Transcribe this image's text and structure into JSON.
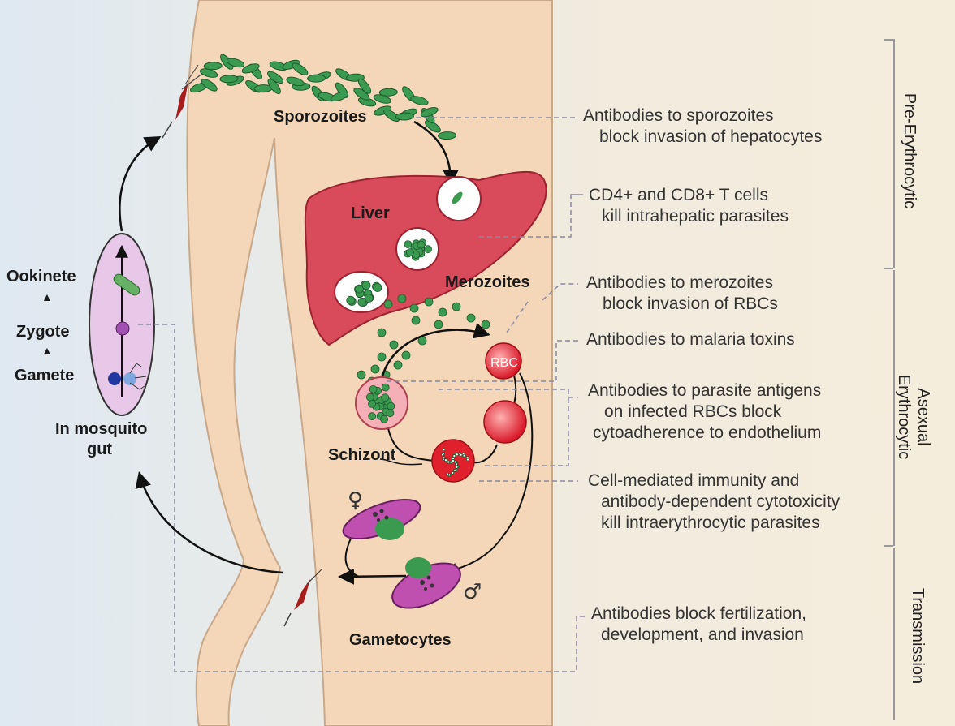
{
  "labels": {
    "sporozoites": "Sporozoites",
    "liver": "Liver",
    "merozoites": "Merozoites",
    "rbc": "RBC",
    "schizont": "Schizont",
    "gametocytes": "Gametocytes",
    "ookinete": "Ookinete",
    "zygote": "Zygote",
    "gamete": "Gamete",
    "mosquito_gut_1": "In mosquito",
    "mosquito_gut_2": "gut",
    "female_symbol": "♀",
    "male_symbol": "♂",
    "arrow_up": "▲"
  },
  "annotations": {
    "sporozoite_ab": [
      "Antibodies to sporozoites",
      "block invasion of hepatocytes"
    ],
    "t_cells": [
      "CD4+ and CD8+ T cells",
      "kill intrahepatic parasites"
    ],
    "merozoite_ab": [
      "Antibodies to merozoites",
      "block invasion of RBCs"
    ],
    "toxin_ab": [
      "Antibodies to malaria toxins"
    ],
    "antigen_ab": [
      "Antibodies to parasite antigens",
      "on infected RBCs block",
      "cytoadherence to endothelium"
    ],
    "cell_mediated": [
      "Cell-mediated immunity and",
      "antibody-dependent cytotoxicity",
      "kill intraerythrocytic parasites"
    ],
    "transmission_ab": [
      "Antibodies block fertilization,",
      "development, and invasion"
    ]
  },
  "stages": {
    "pre": [
      "Pre-Erythrocytic"
    ],
    "asexual": [
      "Asexual",
      "Erythrocytic"
    ],
    "transmission": [
      "Transmission"
    ]
  },
  "colors": {
    "skin": "#f3d7b8",
    "liver": "#d94a5a",
    "parasite": "#3a9a50",
    "rbc": "#e0202c",
    "gametocyte": "#c050b0",
    "mosquito_gut": "#e8c8e8",
    "leader_line": "#8a8aa0"
  }
}
